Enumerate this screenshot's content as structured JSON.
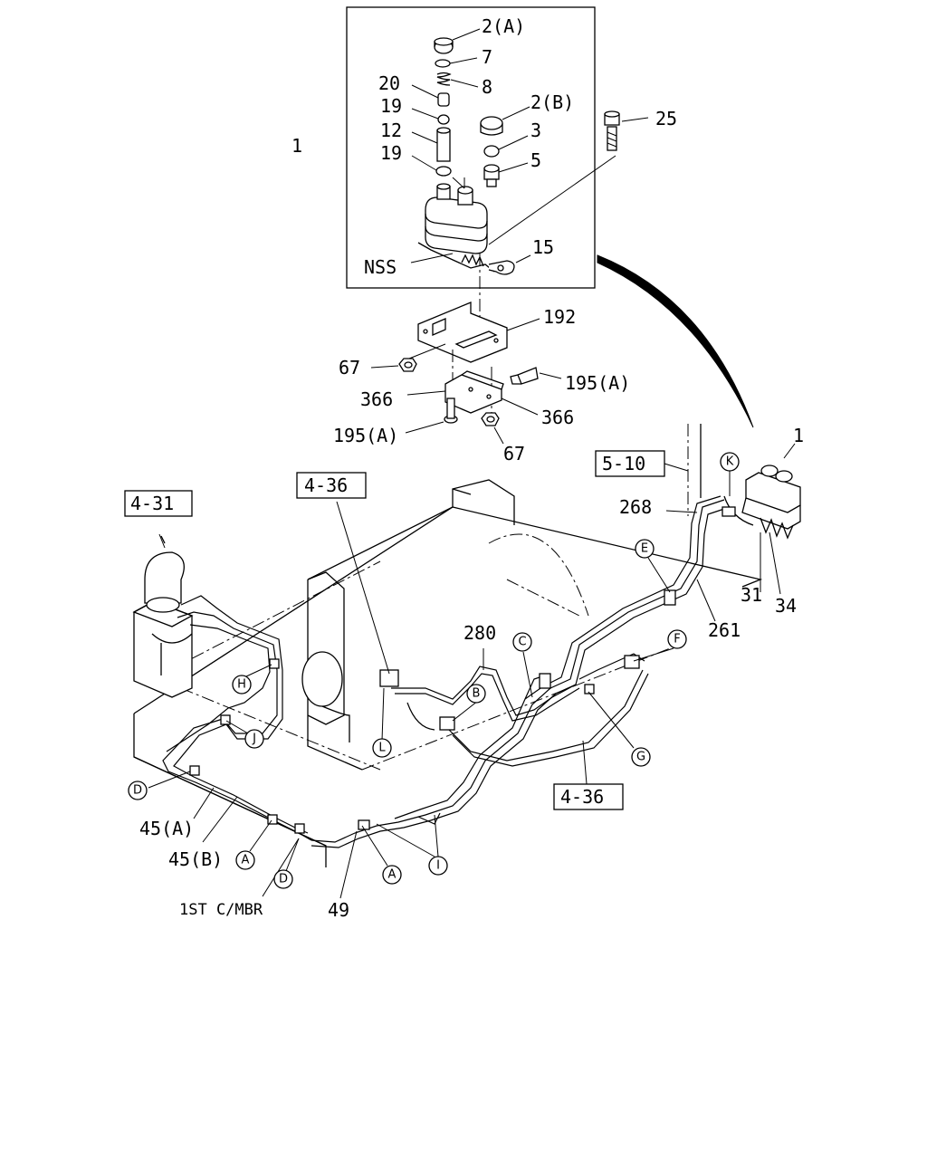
{
  "diagram": {
    "part_labels": {
      "p2a": "2(A)",
      "p7": "7",
      "p8": "8",
      "p20": "20",
      "p19a": "19",
      "p12": "12",
      "p19b": "19",
      "p2b": "2(B)",
      "p3": "3",
      "p5": "5",
      "p25": "25",
      "p1_top": "1",
      "nss": "NSS",
      "p15": "15",
      "p192": "192",
      "p67a": "67",
      "p195a_r": "195(A)",
      "p366_l": "366",
      "p366_r": "366",
      "p195a_l": "195(A)",
      "p67b": "67",
      "p1_right": "1",
      "p268": "268",
      "p261": "261",
      "p31": "31",
      "p34": "34",
      "p280": "280",
      "p45a": "45(A)",
      "p45b": "45(B)",
      "p49": "49",
      "first_member": "1ST C/MBR"
    },
    "ref_boxes": {
      "ref_4_31": "4-31",
      "ref_4_36_top": "4-36",
      "ref_5_10": "5-10",
      "ref_4_36_bottom": "4-36"
    },
    "circle_letters": {
      "K": "K",
      "E": "E",
      "C": "C",
      "F": "F",
      "B": "B",
      "L": "L",
      "G": "G",
      "H": "H",
      "J": "J",
      "D1": "D",
      "A1": "A",
      "D2": "D",
      "A2": "A",
      "I": "I"
    }
  }
}
